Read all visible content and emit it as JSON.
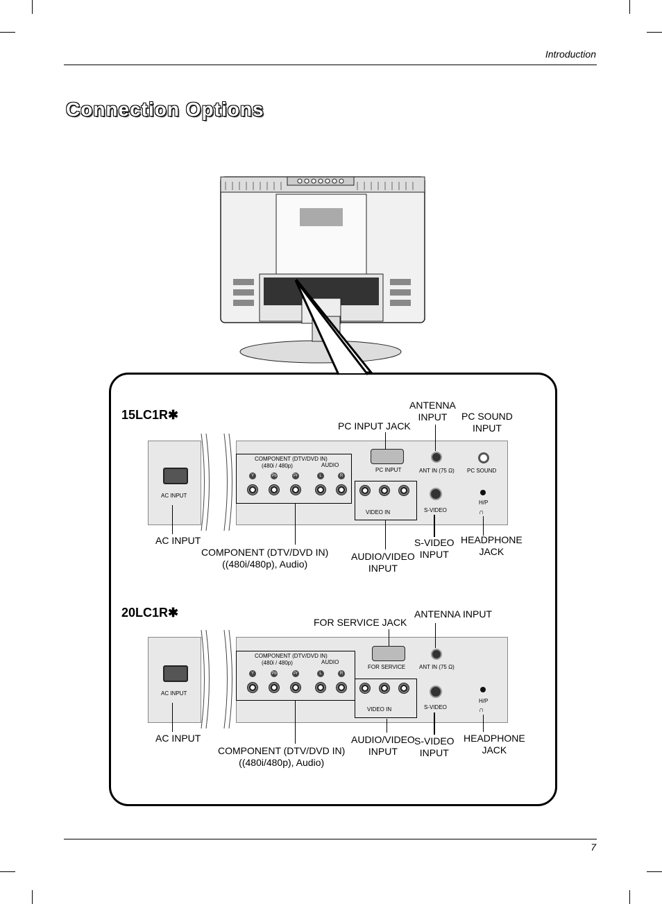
{
  "header": {
    "section": "Introduction"
  },
  "page": {
    "title": "Connection Options",
    "number": "7"
  },
  "panel_a": {
    "model": "15LC1R",
    "labels": {
      "antenna": "ANTENNA\nINPUT",
      "pc_sound": "PC SOUND\nINPUT",
      "pc_input_jack": "PC INPUT JACK",
      "ac_input": "AC INPUT",
      "component": "COMPONENT (DTV/DVD IN)\n((480i/480p), Audio)",
      "av_input": "AUDIO/VIDEO\nINPUT",
      "s_video": "S-VIDEO\nINPUT",
      "headphone": "HEADPHONE\nJACK"
    },
    "panel_text": {
      "component": "COMPONENT (DTV/DVD IN)",
      "res": "(480i / 480p)",
      "audio": "AUDIO",
      "pc_input": "PC INPUT",
      "ant_in": "ANT IN (75 Ω)",
      "pc_sound": "PC SOUND",
      "s_video": "S-VIDEO",
      "hp": "H/P",
      "video_in": "VIDEO IN",
      "ac_input": "AC INPUT"
    }
  },
  "panel_b": {
    "model": "20LC1R",
    "labels": {
      "for_service": "FOR SERVICE JACK",
      "antenna": "ANTENNA INPUT",
      "ac_input": "AC INPUT",
      "component": "COMPONENT (DTV/DVD IN)\n((480i/480p), Audio)",
      "av_input": "AUDIO/VIDEO\nINPUT",
      "s_video": "S-VIDEO\nINPUT",
      "headphone": "HEADPHONE\nJACK"
    },
    "panel_text": {
      "component": "COMPONENT (DTV/DVD IN)",
      "res": "(480i / 480p)",
      "audio": "AUDIO",
      "for_service": "FOR SERVICE",
      "ant_in": "ANT IN (75 Ω)",
      "s_video": "S-VIDEO",
      "hp": "H/P",
      "video_in": "VIDEO IN",
      "ac_input": "AC INPUT"
    }
  }
}
